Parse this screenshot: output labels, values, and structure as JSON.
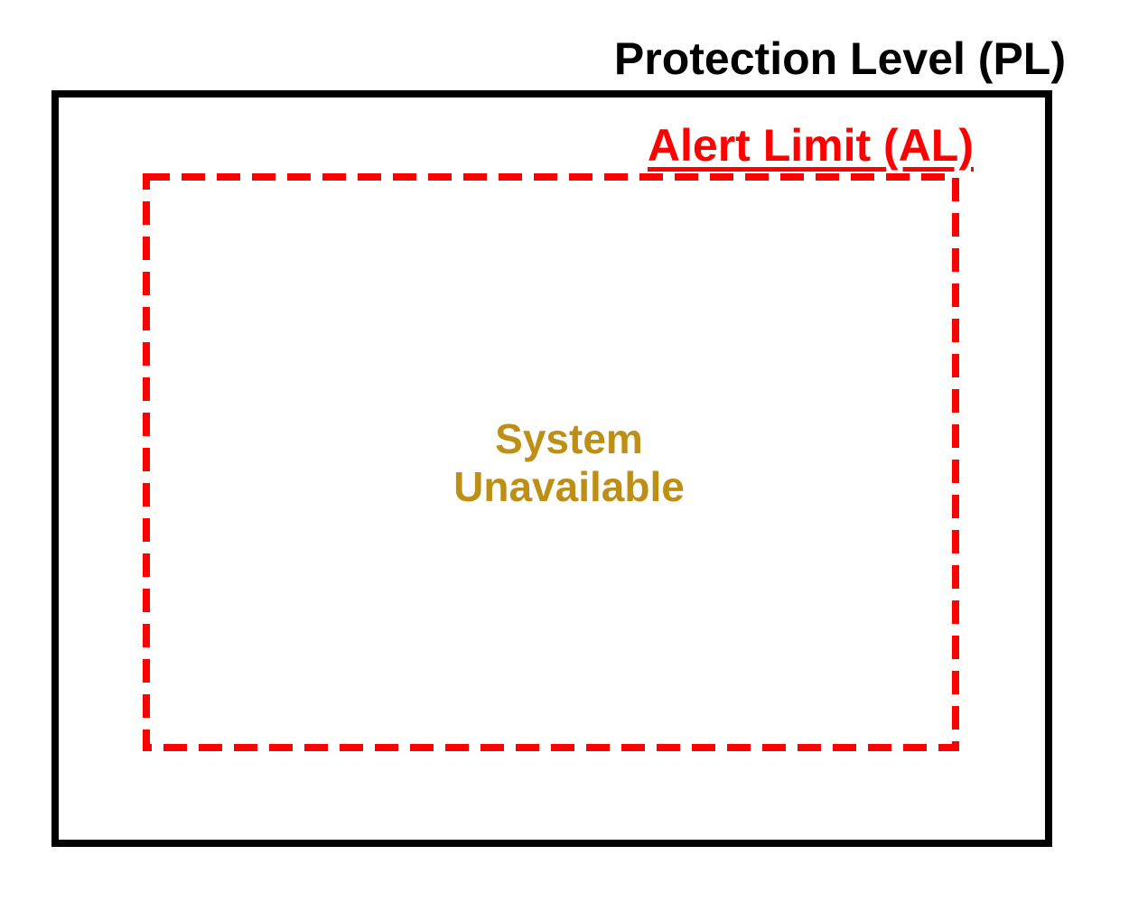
{
  "diagram": {
    "protection_level": {
      "label": "Protection Level (PL)"
    },
    "alert_limit": {
      "label": "Alert Limit (AL)"
    },
    "system_unavailable": {
      "label": "System\nUnavailable"
    },
    "colors": {
      "protection_level_border": "#000000",
      "protection_level_text": "#000000",
      "alert_limit": "#ff0000",
      "system_unavailable_text": "#bd8f17",
      "background": "#ffffff"
    },
    "alert_limit_border": {
      "style": "dashed",
      "stroke_width": "8",
      "dash_array": "26 13"
    }
  }
}
